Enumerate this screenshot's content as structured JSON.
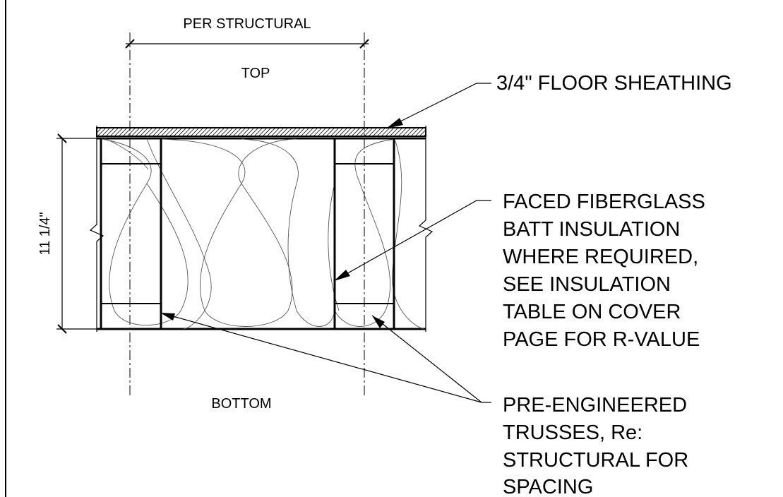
{
  "drawing": {
    "labels": {
      "per_structural": "PER STRUCTURAL",
      "top": "TOP",
      "bottom": "BOTTOM",
      "dimension": "11 1/4\""
    },
    "callouts": {
      "sheathing": [
        "3/4\" FLOOR SHEATHING"
      ],
      "insulation": [
        "FACED FIBERGLASS",
        "BATT INSULATION",
        "WHERE REQUIRED,",
        "SEE INSULATION",
        "TABLE ON COVER",
        "PAGE FOR R-VALUE"
      ],
      "trusses": [
        "PRE-ENGINEERED",
        "TRUSSES, Re:",
        "STRUCTURAL FOR",
        "SPACING"
      ]
    }
  }
}
